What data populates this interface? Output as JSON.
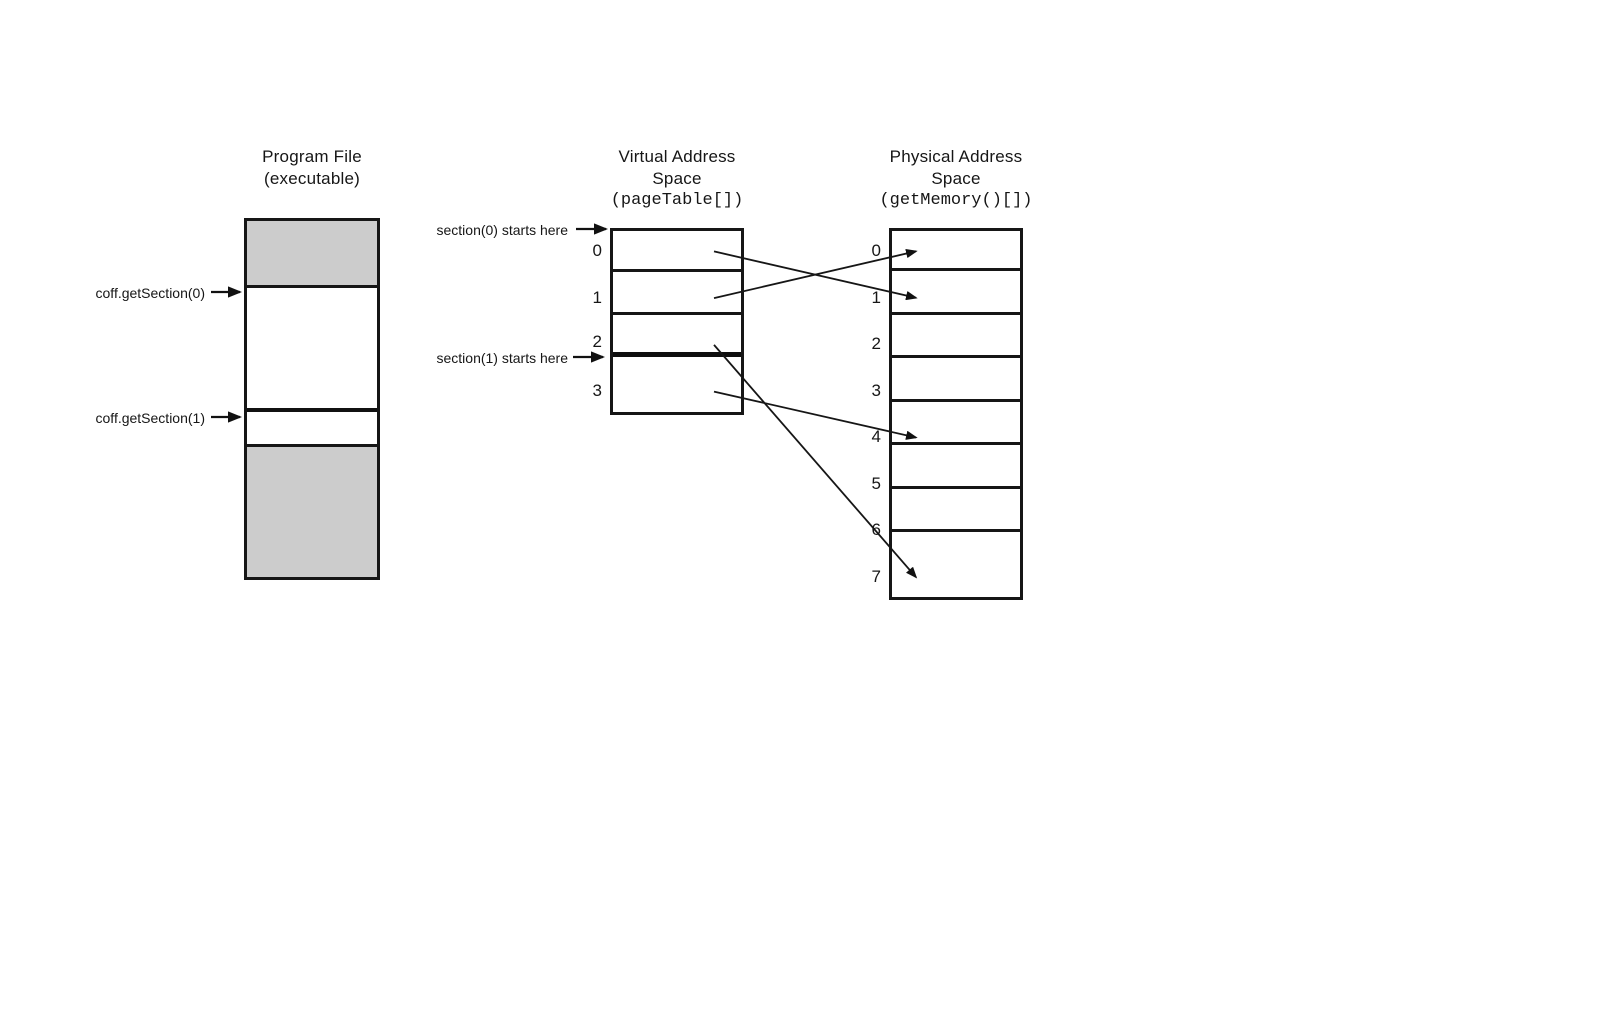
{
  "program": {
    "title1": "Program File",
    "title2": "(executable)",
    "label0": "coff.getSection(0)",
    "label1": "coff.getSection(1)"
  },
  "virtual": {
    "title1": "Virtual Address",
    "title2": "Space",
    "title3": "(pageTable[])",
    "note0": "section(0) starts here",
    "note1": "section(1) starts here",
    "rows": [
      "0",
      "1",
      "2",
      "3"
    ]
  },
  "physical": {
    "title1": "Physical Address",
    "title2": "Space",
    "title3": "(getMemory()[])",
    "rows": [
      "0",
      "1",
      "2",
      "3",
      "4",
      "5",
      "6",
      "7"
    ]
  },
  "mappings": [
    {
      "virtual_page": 0,
      "physical_frame": 1
    },
    {
      "virtual_page": 1,
      "physical_frame": 0
    },
    {
      "virtual_page": 2,
      "physical_frame": 7
    },
    {
      "virtual_page": 3,
      "physical_frame": 4
    }
  ],
  "colors": {
    "section_shade": "#cccccc",
    "ink": "#161616"
  }
}
